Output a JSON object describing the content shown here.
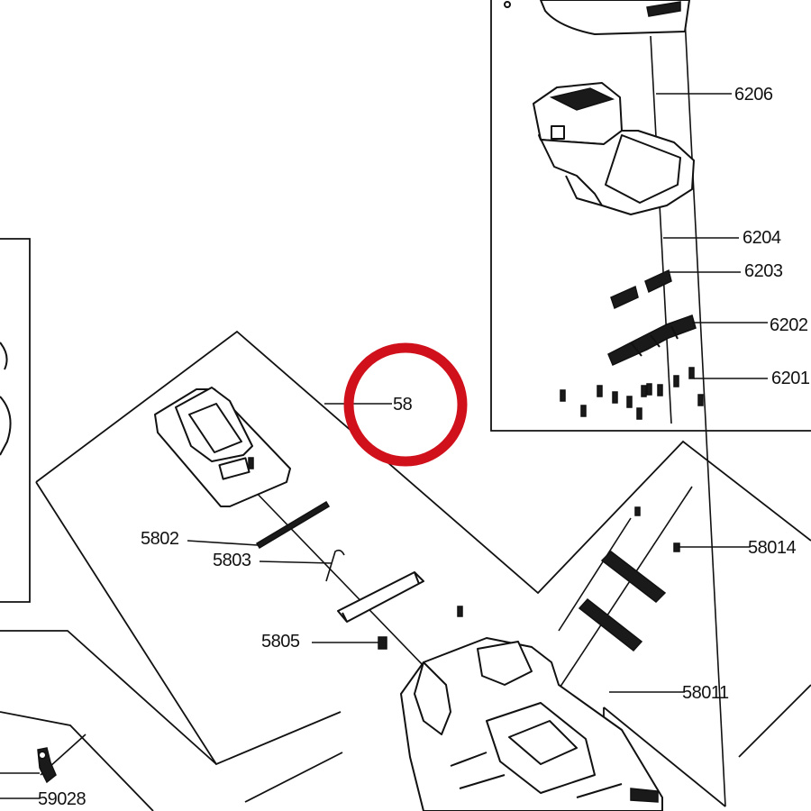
{
  "highlight_color": "#d0101b",
  "callouts": {
    "c58": "58",
    "c5802": "5802",
    "c5803": "5803",
    "c5805": "5805",
    "c6206": "6206",
    "c6204": "6204",
    "c6203": "6203",
    "c6202": "6202",
    "c6201": "6201",
    "c58014": "58014",
    "c58011": "58011",
    "c59028": "59028"
  }
}
